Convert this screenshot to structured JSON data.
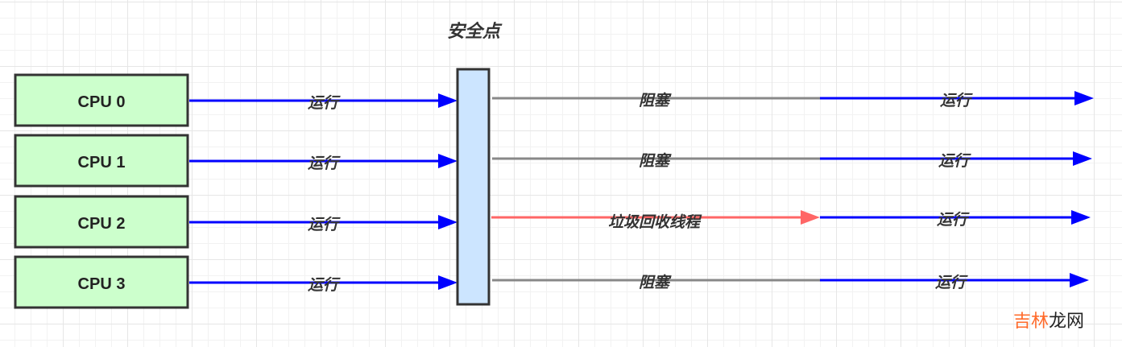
{
  "title": "安全点",
  "cpus": [
    {
      "label": "CPU 0",
      "left_label": "运行",
      "mid_label": "阻塞",
      "mid_type": "blocked",
      "right_label": "运行"
    },
    {
      "label": "CPU 1",
      "left_label": "运行",
      "mid_label": "阻塞",
      "mid_type": "blocked",
      "right_label": "运行"
    },
    {
      "label": "CPU 2",
      "left_label": "运行",
      "mid_label": "垃圾回收线程",
      "mid_type": "gc",
      "right_label": "运行"
    },
    {
      "label": "CPU 3",
      "left_label": "运行",
      "mid_label": "阻塞",
      "mid_type": "blocked",
      "right_label": "运行"
    }
  ],
  "colors": {
    "run": "#0000ff",
    "blocked": "#888888",
    "gc": "#ff6666",
    "cpu_fill": "#ccffcc",
    "bar_fill": "#cce5ff"
  },
  "watermark": {
    "part1": "吉林",
    "part2": "龙网",
    "color1": "#ff6a2a",
    "color2": "#222222"
  }
}
